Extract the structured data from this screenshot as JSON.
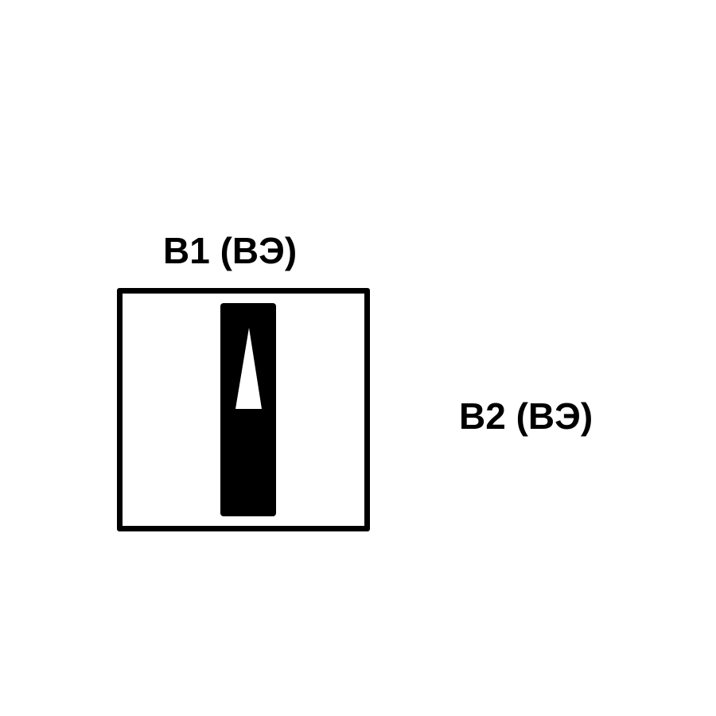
{
  "switch": {
    "position_label": "B1 (BЭ)",
    "alternate_label": "B2 (BЭ)",
    "selected": "B1",
    "pointer_direction": "up",
    "pointer-icon": "triangle-arrow-up-icon",
    "colors": {
      "outline": "#000000",
      "lever": "#000000",
      "pointer": "#ffffff",
      "background": "#ffffff"
    }
  }
}
